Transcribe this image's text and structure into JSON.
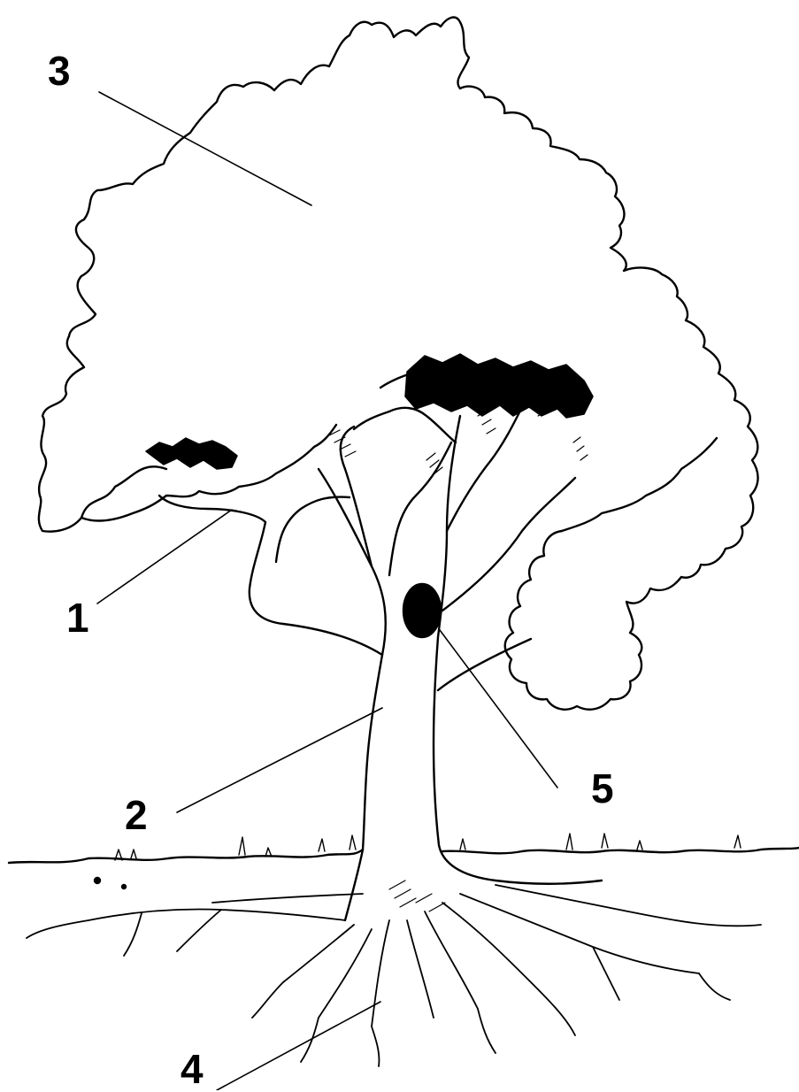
{
  "labels": {
    "crown": "3",
    "branch": "1",
    "trunk": "2",
    "roots": "4",
    "hollow": "5"
  },
  "colors": {
    "ink": "#000000",
    "background": "#ffffff"
  }
}
